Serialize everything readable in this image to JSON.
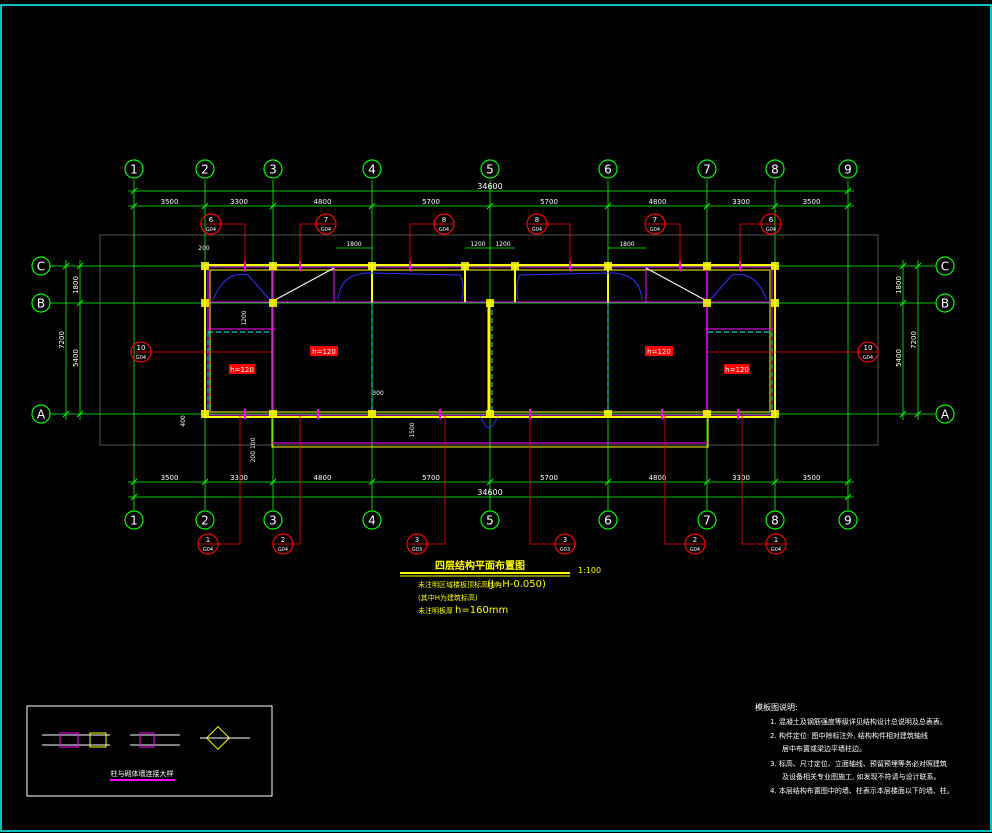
{
  "grid": {
    "columns": [
      "1",
      "2",
      "3",
      "4",
      "5",
      "6",
      "7",
      "8",
      "9"
    ],
    "rows": [
      "C",
      "B",
      "A"
    ]
  },
  "dimensions": {
    "top_segments": [
      "3500",
      "3300",
      "4800",
      "5700",
      "5700",
      "4800",
      "3300",
      "3500"
    ],
    "bottom_segments": [
      "3500",
      "3300",
      "4800",
      "5700",
      "5700",
      "4800",
      "3300",
      "3500"
    ],
    "overall": "34600",
    "side_upper": "1800",
    "side_lower": "5400",
    "side_total": "7200",
    "inner": {
      "d1800_left": "1800",
      "d1800_right": "1800",
      "d1200_a": "1200",
      "d1200_b": "1200",
      "d200": "200",
      "d300": "300",
      "d400": "400",
      "d1200_v": "1200",
      "d1500": "1500",
      "d200_100": "200 100"
    }
  },
  "section_callouts_top": [
    {
      "num": "6",
      "sheet": "G04"
    },
    {
      "num": "7",
      "sheet": "G04"
    },
    {
      "num": "8",
      "sheet": "G04"
    },
    {
      "num": "8",
      "sheet": "G04"
    },
    {
      "num": "7",
      "sheet": "G04"
    },
    {
      "num": "6",
      "sheet": "G04"
    }
  ],
  "section_callouts_bottom": [
    {
      "num": "1",
      "sheet": "G04"
    },
    {
      "num": "2",
      "sheet": "G04"
    },
    {
      "num": "3",
      "sheet": "G03"
    },
    {
      "num": "3",
      "sheet": "G03"
    },
    {
      "num": "2",
      "sheet": "G04"
    },
    {
      "num": "1",
      "sheet": "G04"
    }
  ],
  "section_callouts_side": [
    {
      "num": "10",
      "sheet": "G04"
    },
    {
      "num": "10",
      "sheet": "G04"
    }
  ],
  "slab_labels": [
    "h=120",
    "h=120",
    "h=120",
    "h=120"
  ],
  "title_block": {
    "title": "四层结构平面布置图",
    "scale": "1:100",
    "note1": "未注明区域楼板顶标高均为",
    "note1_value": "(J=H-0.050)",
    "note2": "(其中H为建筑标高)",
    "note3": "未注明板厚",
    "note3_value": "h=160mm"
  },
  "detail_box": {
    "caption": "柱与砌体墙连接大样"
  },
  "notes": {
    "heading": "模板图说明:",
    "lines": [
      "1. 混凝土及钢筋强度等级详见结构设计总说明及总表表。",
      "2. 构件定位: 图中除标注外, 结构构件相对建筑轴线",
      "居中布置或梁边平墙柱边。",
      "3. 标高、尺寸定位、立面轴线、预留预埋等务必对照建筑",
      "及设备相关专业图施工, 如发现不符请与设计联系。",
      "4. 本层结构布置图中的墙、柱表示本层楼面以下的墙、柱。"
    ]
  },
  "colors": {
    "border": "#00ffff",
    "axis": "#00ff00",
    "dim": "#00ff00",
    "wall": "#ff00ff",
    "column": "#ffff00",
    "slab": "#0000ff",
    "beam_dash": "#00ffff",
    "callout": "#ff0000",
    "text": "#ffffff"
  }
}
